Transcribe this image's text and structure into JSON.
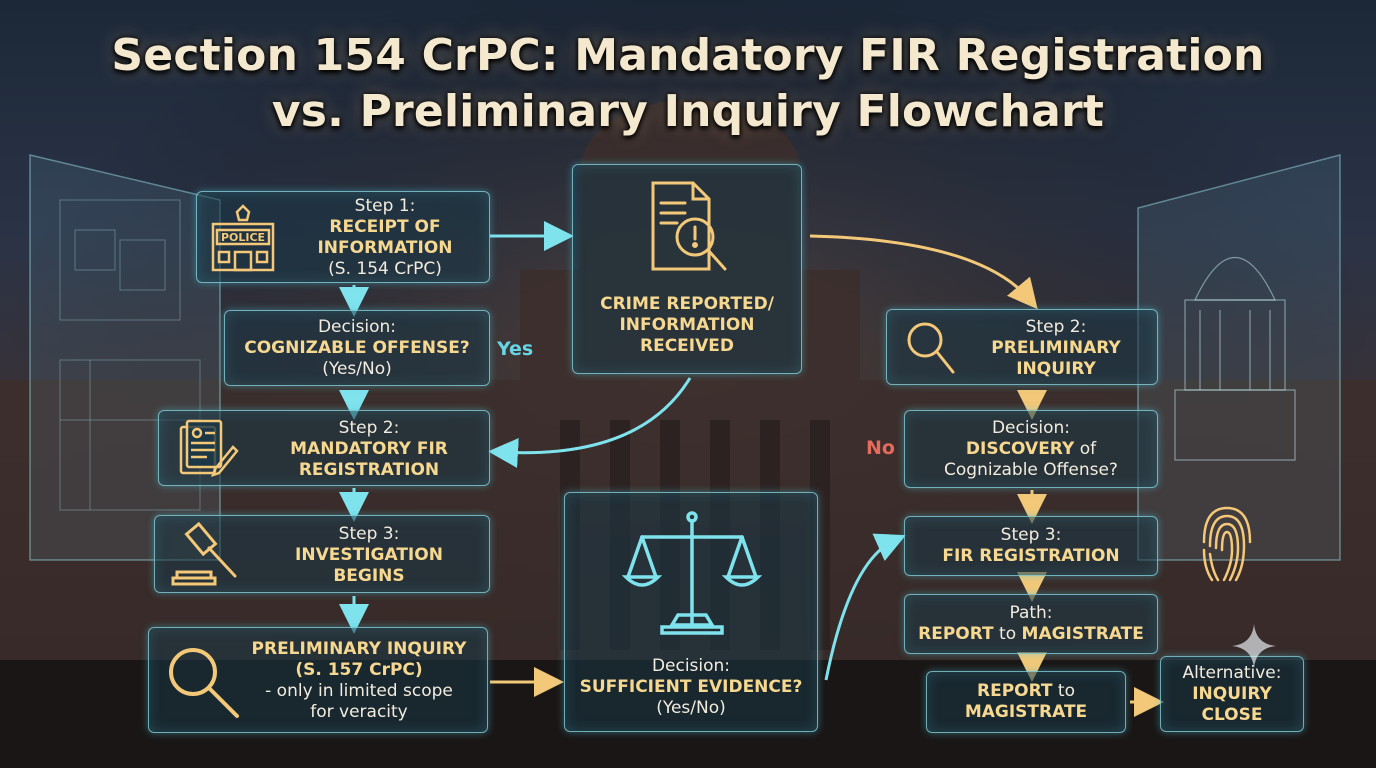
{
  "title_line1": "Section 154 CrPC: Mandatory FIR Registration",
  "title_line2": "vs. Preliminary Inquiry Flowchart",
  "left_flow": {
    "step1": {
      "heading": "Step 1:",
      "bold": "RECEIPT OF INFORMATION",
      "sub": "(S. 154 CrPC)",
      "icon_text": "POLICE"
    },
    "decision1": {
      "heading": "Decision:",
      "bold": "COGNIZABLE OFFENSE?",
      "sub": "(Yes/No)"
    },
    "step2": {
      "heading": "Step 2:",
      "bold": "MANDATORY FIR REGISTRATION"
    },
    "step3": {
      "heading": "Step 3:",
      "bold": "INVESTIGATION BEGINS"
    },
    "prelim": {
      "bold": "PRELIMINARY INQUIRY (S. 157 CrPC)",
      "sub1": "- only in limited scope",
      "sub2": "for veracity"
    }
  },
  "center_flow": {
    "crime": {
      "bold": "CRIME REPORTED/ INFORMATION RECEIVED"
    },
    "evidence": {
      "heading": "Decision:",
      "bold": "SUFFICIENT EVIDENCE?",
      "sub": "(Yes/No)"
    }
  },
  "right_flow": {
    "step2": {
      "heading": "Step 2:",
      "bold": "PRELIMINARY INQUIRY"
    },
    "decision": {
      "heading": "Decision:",
      "bold": "DISCOVERY",
      "rest1": " of",
      "rest2": "Cognizable Offense?"
    },
    "step3": {
      "heading": "Step 3:",
      "bold": "FIR REGISTRATION"
    },
    "path": {
      "heading": "Path:",
      "bold1": "REPORT",
      "mid": " to ",
      "bold2": "MAGISTRATE"
    },
    "report": {
      "bold1": "REPORT",
      "mid": " to",
      "bold2": "MAGISTRATE"
    },
    "alt": {
      "heading": "Alternative:",
      "bold1": "INQUIRY",
      "bold2": "CLOSE"
    }
  },
  "labels": {
    "yes": "Yes",
    "no": "No"
  },
  "colors": {
    "gold": "#f6d890",
    "cyan": "#7fe3ee",
    "yes": "#66d6e6",
    "no": "#e56b5c"
  },
  "icons": [
    "police-station-icon",
    "document-alert-icon",
    "fir-form-icon",
    "gavel-icon",
    "magnifier-icon",
    "scales-icon",
    "fingerprint-icon"
  ]
}
